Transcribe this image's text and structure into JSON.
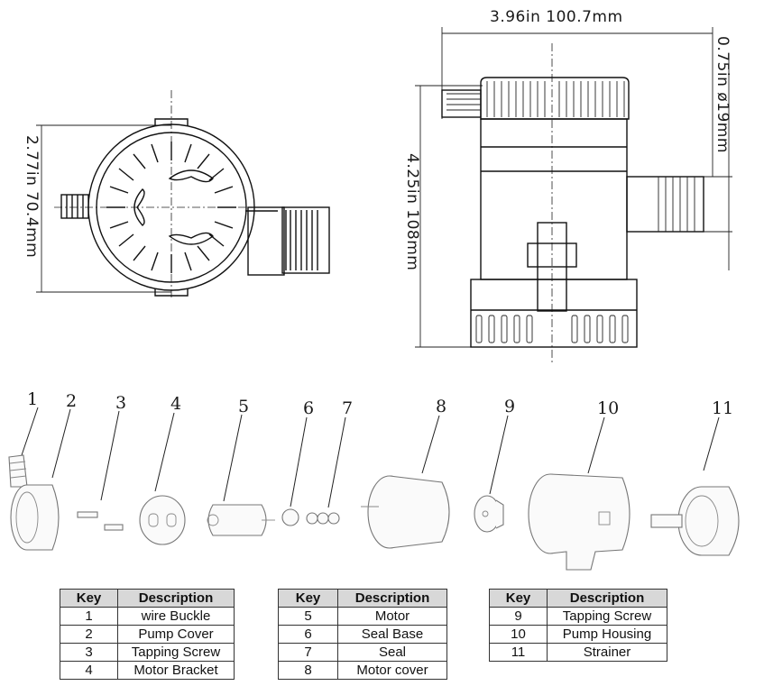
{
  "dimensions": {
    "top_width": "3.96in  100.7mm",
    "left_height": "2.77in  70.4mm",
    "side_height": "4.25in  108mm",
    "outlet_diameter": "0.75in  ø19mm"
  },
  "part_numbers": [
    "1",
    "2",
    "3",
    "4",
    "5",
    "6",
    "7",
    "8",
    "9",
    "10",
    "11"
  ],
  "tables": [
    {
      "header": {
        "key": "Key",
        "description": "Description"
      },
      "rows": [
        {
          "key": "1",
          "description": "wire Buckle"
        },
        {
          "key": "2",
          "description": "Pump Cover"
        },
        {
          "key": "3",
          "description": "Tapping Screw"
        },
        {
          "key": "4",
          "description": "Motor Bracket"
        }
      ]
    },
    {
      "header": {
        "key": "Key",
        "description": "Description"
      },
      "rows": [
        {
          "key": "5",
          "description": "Motor"
        },
        {
          "key": "6",
          "description": "Seal Base"
        },
        {
          "key": "7",
          "description": "Seal"
        },
        {
          "key": "8",
          "description": "Motor cover"
        }
      ]
    },
    {
      "header": {
        "key": "Key",
        "description": "Description"
      },
      "rows": [
        {
          "key": "9",
          "description": "Tapping Screw"
        },
        {
          "key": "10",
          "description": "Pump Housing"
        },
        {
          "key": "11",
          "description": "Strainer"
        }
      ]
    }
  ]
}
